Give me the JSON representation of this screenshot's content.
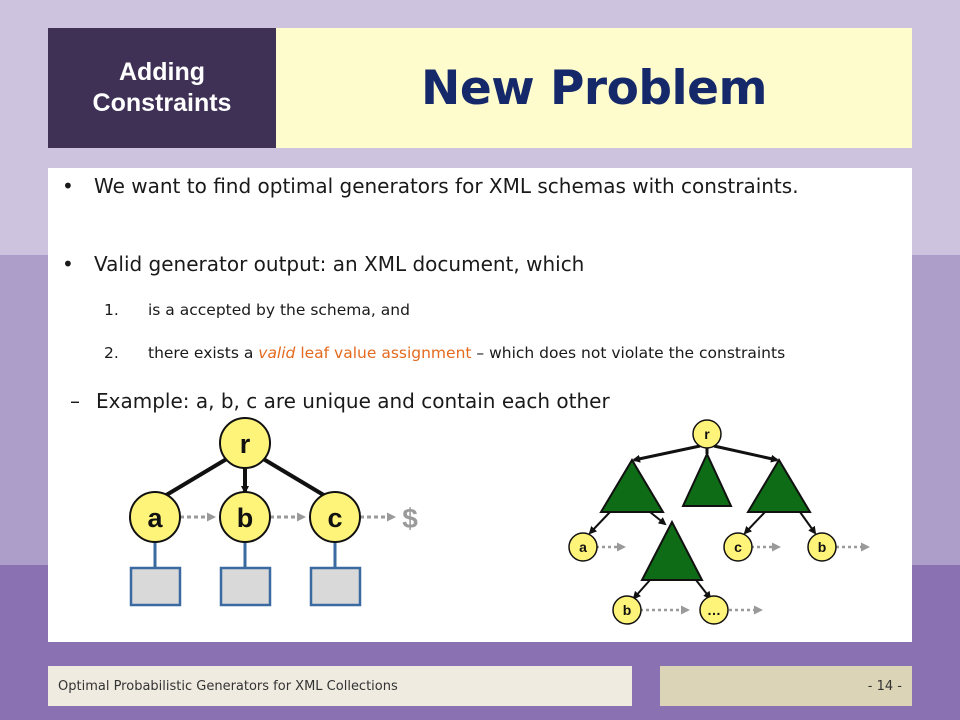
{
  "section": {
    "line1": "Adding",
    "line2": "Constraints"
  },
  "title": "New Problem",
  "bullets": [
    {
      "text": "We want to find optimal generators for XML schemas with constraints."
    },
    {
      "text": "Valid generator output: an XML document, which"
    }
  ],
  "subitems": [
    {
      "num": "1.",
      "text": "is a accepted by the schema, and"
    },
    {
      "num": "2.",
      "pre": "there exists a ",
      "em1": "valid",
      "mid": " ",
      "em2": "leaf value assignment",
      "post": " – which does not violate the constraints"
    }
  ],
  "example": {
    "dash": "–",
    "text": "Example: a, b, c are unique and contain each other"
  },
  "diagram_left": {
    "root": "r",
    "children": [
      "a",
      "b",
      "c"
    ],
    "end": "$"
  },
  "diagram_right": {
    "root": "r",
    "leaves": [
      "a",
      "c",
      "b",
      "b",
      "…"
    ]
  },
  "colors": {
    "node_fill": "#fef47a",
    "triangle_fill": "#0e6b16",
    "box_fill": "#d9d9d9",
    "box_stroke": "#3a6aa0",
    "title": "#14286a",
    "highlight": "#e46a1f"
  },
  "footer": {
    "left": "Optimal Probabilistic Generators for XML Collections",
    "right": "- 14 -"
  }
}
